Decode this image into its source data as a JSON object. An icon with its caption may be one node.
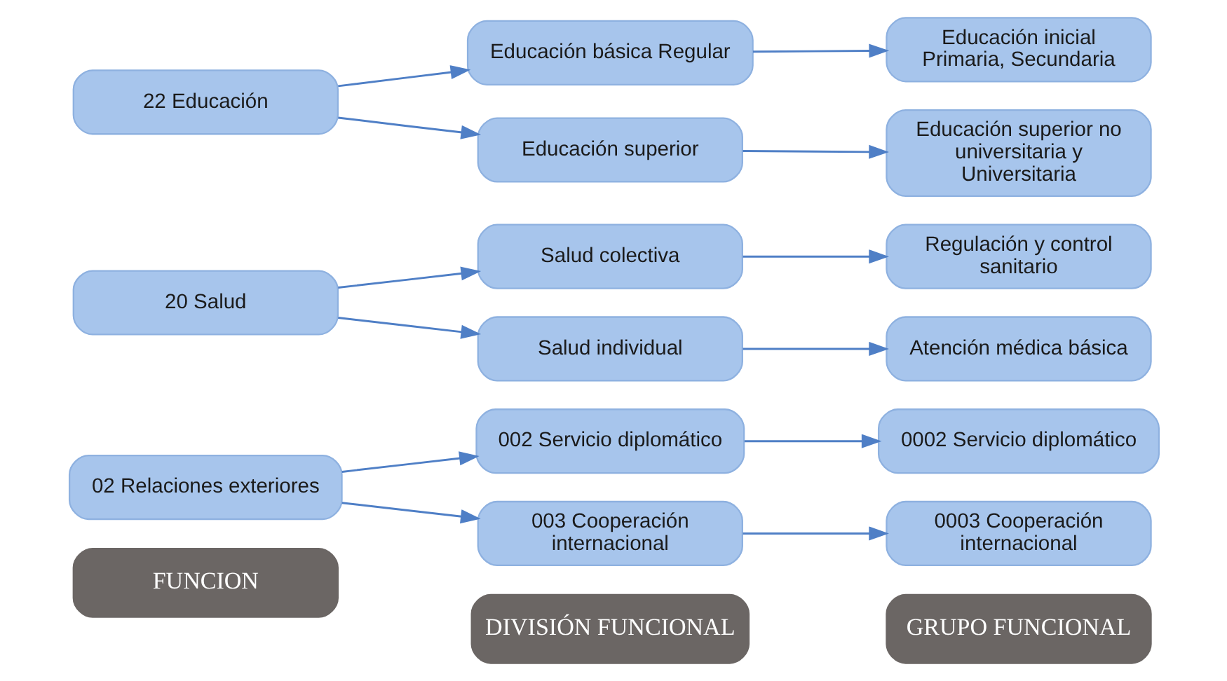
{
  "diagram": {
    "nodes": [
      {
        "text": [
          "FUNCION"
        ]
      },
      {
        "text": [
          "DIVISIÓN FUNCIONAL"
        ]
      },
      {
        "text": [
          "GRUPO FUNCIONAL"
        ]
      },
      {
        "text": [
          "02 Relaciones exteriores"
        ]
      },
      {
        "text": [
          "002 Servicio diplomático"
        ]
      },
      {
        "text": [
          "003 Cooperación internacional"
        ]
      },
      {
        "text": [
          "0002 Servicio diplomático"
        ]
      },
      {
        "text": [
          "0003 Cooperación internacional"
        ]
      },
      {
        "text": [
          "20 Salud"
        ]
      },
      {
        "text": [
          "Salud colectiva"
        ]
      },
      {
        "text": [
          "Salud individual"
        ]
      },
      {
        "text": [
          "Regulación y control sanitario"
        ]
      },
      {
        "text": [
          "Atención médica básica"
        ]
      },
      {
        "text": [
          "22 Educación"
        ]
      },
      {
        "text": [
          "Educación básica Regular"
        ]
      },
      {
        "text": [
          "Educación superior"
        ]
      },
      {
        "text": [
          "Educación inicial Primaria, Secundaria"
        ]
      },
      {
        "text": [
          "Educación superior no universitaria y Universitaria"
        ]
      }
    ],
    "edges": [
      {
        "from": 3,
        "to": 4,
        "arrow": "to"
      },
      {
        "from": 3,
        "to": 5,
        "arrow": "to"
      },
      {
        "from": 4,
        "to": 6,
        "arrow": "to"
      },
      {
        "from": 5,
        "to": 7,
        "arrow": "to"
      },
      {
        "from": 8,
        "to": 9,
        "arrow": "to"
      },
      {
        "from": 8,
        "to": 10,
        "arrow": "to"
      },
      {
        "from": 9,
        "to": 11,
        "arrow": "to"
      },
      {
        "from": 10,
        "to": 12,
        "arrow": "to"
      },
      {
        "from": 13,
        "to": 14,
        "arrow": "to"
      },
      {
        "from": 13,
        "to": 15,
        "arrow": "to"
      },
      {
        "from": 14,
        "to": 16,
        "arrow": "to"
      },
      {
        "from": 15,
        "to": 17,
        "arrow": "to"
      }
    ]
  }
}
